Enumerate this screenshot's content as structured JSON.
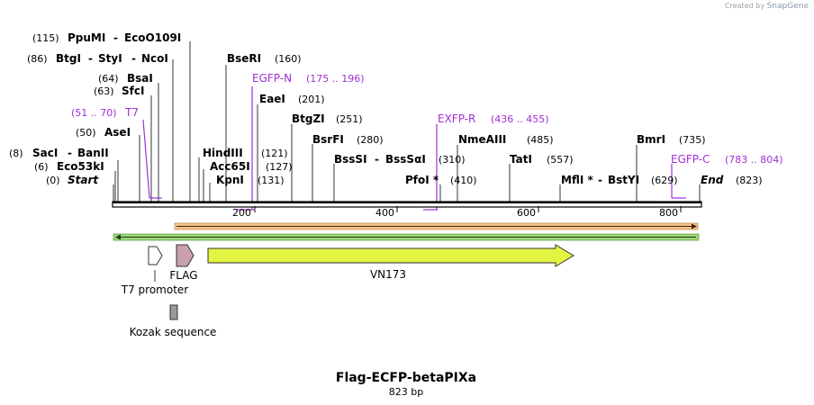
{
  "credit": {
    "prefix": "Created by",
    "brand": "SnapGene"
  },
  "sequence": {
    "title": "Flag-ECFP-betaPIXa",
    "length_label": "823 bp"
  },
  "sites": [
    {
      "pos": "(115)",
      "name": "PpuMI",
      "sep": "-",
      "name2": "EcoO109I"
    },
    {
      "pos": "(86)",
      "name": "BtgI",
      "sep": "-",
      "name2": "StyI",
      "sep2": "-",
      "name3": "NcoI"
    },
    {
      "pos": "(64)",
      "name": "BsaI"
    },
    {
      "pos": "(63)",
      "name": "SfcI"
    },
    {
      "pos": "(50)",
      "name": "AseI"
    },
    {
      "pos": "(8)",
      "name": "SacI",
      "sep": "-",
      "name2": "BanII"
    },
    {
      "pos": "(6)",
      "name": "Eco53kI"
    },
    {
      "pos": "(0)",
      "name": "Start"
    },
    {
      "name": "BseRI",
      "pos": "(160)"
    },
    {
      "name": "EaeI",
      "pos": "(201)"
    },
    {
      "name": "BtgZI",
      "pos": "(251)"
    },
    {
      "name": "BsrFI",
      "pos": "(280)"
    },
    {
      "name": "BssSI",
      "sep": "-",
      "name2": "BssSαI",
      "pos": "(310)"
    },
    {
      "name": "HindIII",
      "pos": "(121)"
    },
    {
      "name": "Acc65I",
      "pos": "(127)"
    },
    {
      "name": "KpnI",
      "pos": "(131)"
    },
    {
      "name": "PfoI *",
      "pos": "(410)"
    },
    {
      "name": "NmeAIII",
      "pos": "(485)"
    },
    {
      "name": "TatI",
      "pos": "(557)"
    },
    {
      "name": "MflI *",
      "sep": "-",
      "name2": "BstYI",
      "pos": "(629)"
    },
    {
      "name": "BmrI",
      "pos": "(735)"
    },
    {
      "name": "End",
      "pos": "(823)"
    }
  ],
  "primers": [
    {
      "range": "(51 .. 70)",
      "name": "T7"
    },
    {
      "name": "EGFP-N",
      "range": "(175 .. 196)"
    },
    {
      "name": "EXFP-R",
      "range": "(436 .. 455)"
    },
    {
      "name": "EGFP-C",
      "range": "(783 .. 804)"
    }
  ],
  "ruler": {
    "ticks": [
      "200",
      "400",
      "600",
      "800"
    ]
  },
  "features": [
    {
      "name": "T7 promoter"
    },
    {
      "name": "FLAG"
    },
    {
      "name": "VN173"
    },
    {
      "name": "Kozak sequence"
    }
  ],
  "colors": {
    "primer": "#a02fd6",
    "orf_orange": "#f5c38a",
    "orf_green": "#9ed67a",
    "vn173": "#e2f542",
    "flag": "#c9a0b0",
    "kozak": "#9a9a9a"
  }
}
